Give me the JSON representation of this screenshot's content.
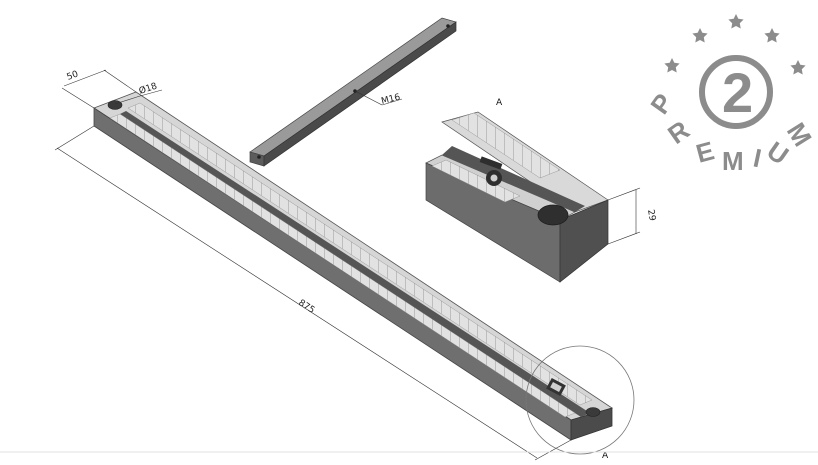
{
  "dimensions": {
    "width_label": "50",
    "hole_label": "Ø18",
    "thread_label": "M16",
    "length_label": "875",
    "height_label": "29"
  },
  "views": {
    "detail_label_top": "A",
    "detail_label_bottom": "A"
  },
  "badge": {
    "rank": "2",
    "letters": [
      "P",
      "R",
      "E",
      "M",
      "I",
      "U",
      "M"
    ],
    "star_count": 5
  },
  "colors": {
    "steel_top": "#d4d4d4",
    "steel_side": "#6e6e6e",
    "steel_dark": "#474747",
    "badge_gray": "#8c8c8c"
  }
}
